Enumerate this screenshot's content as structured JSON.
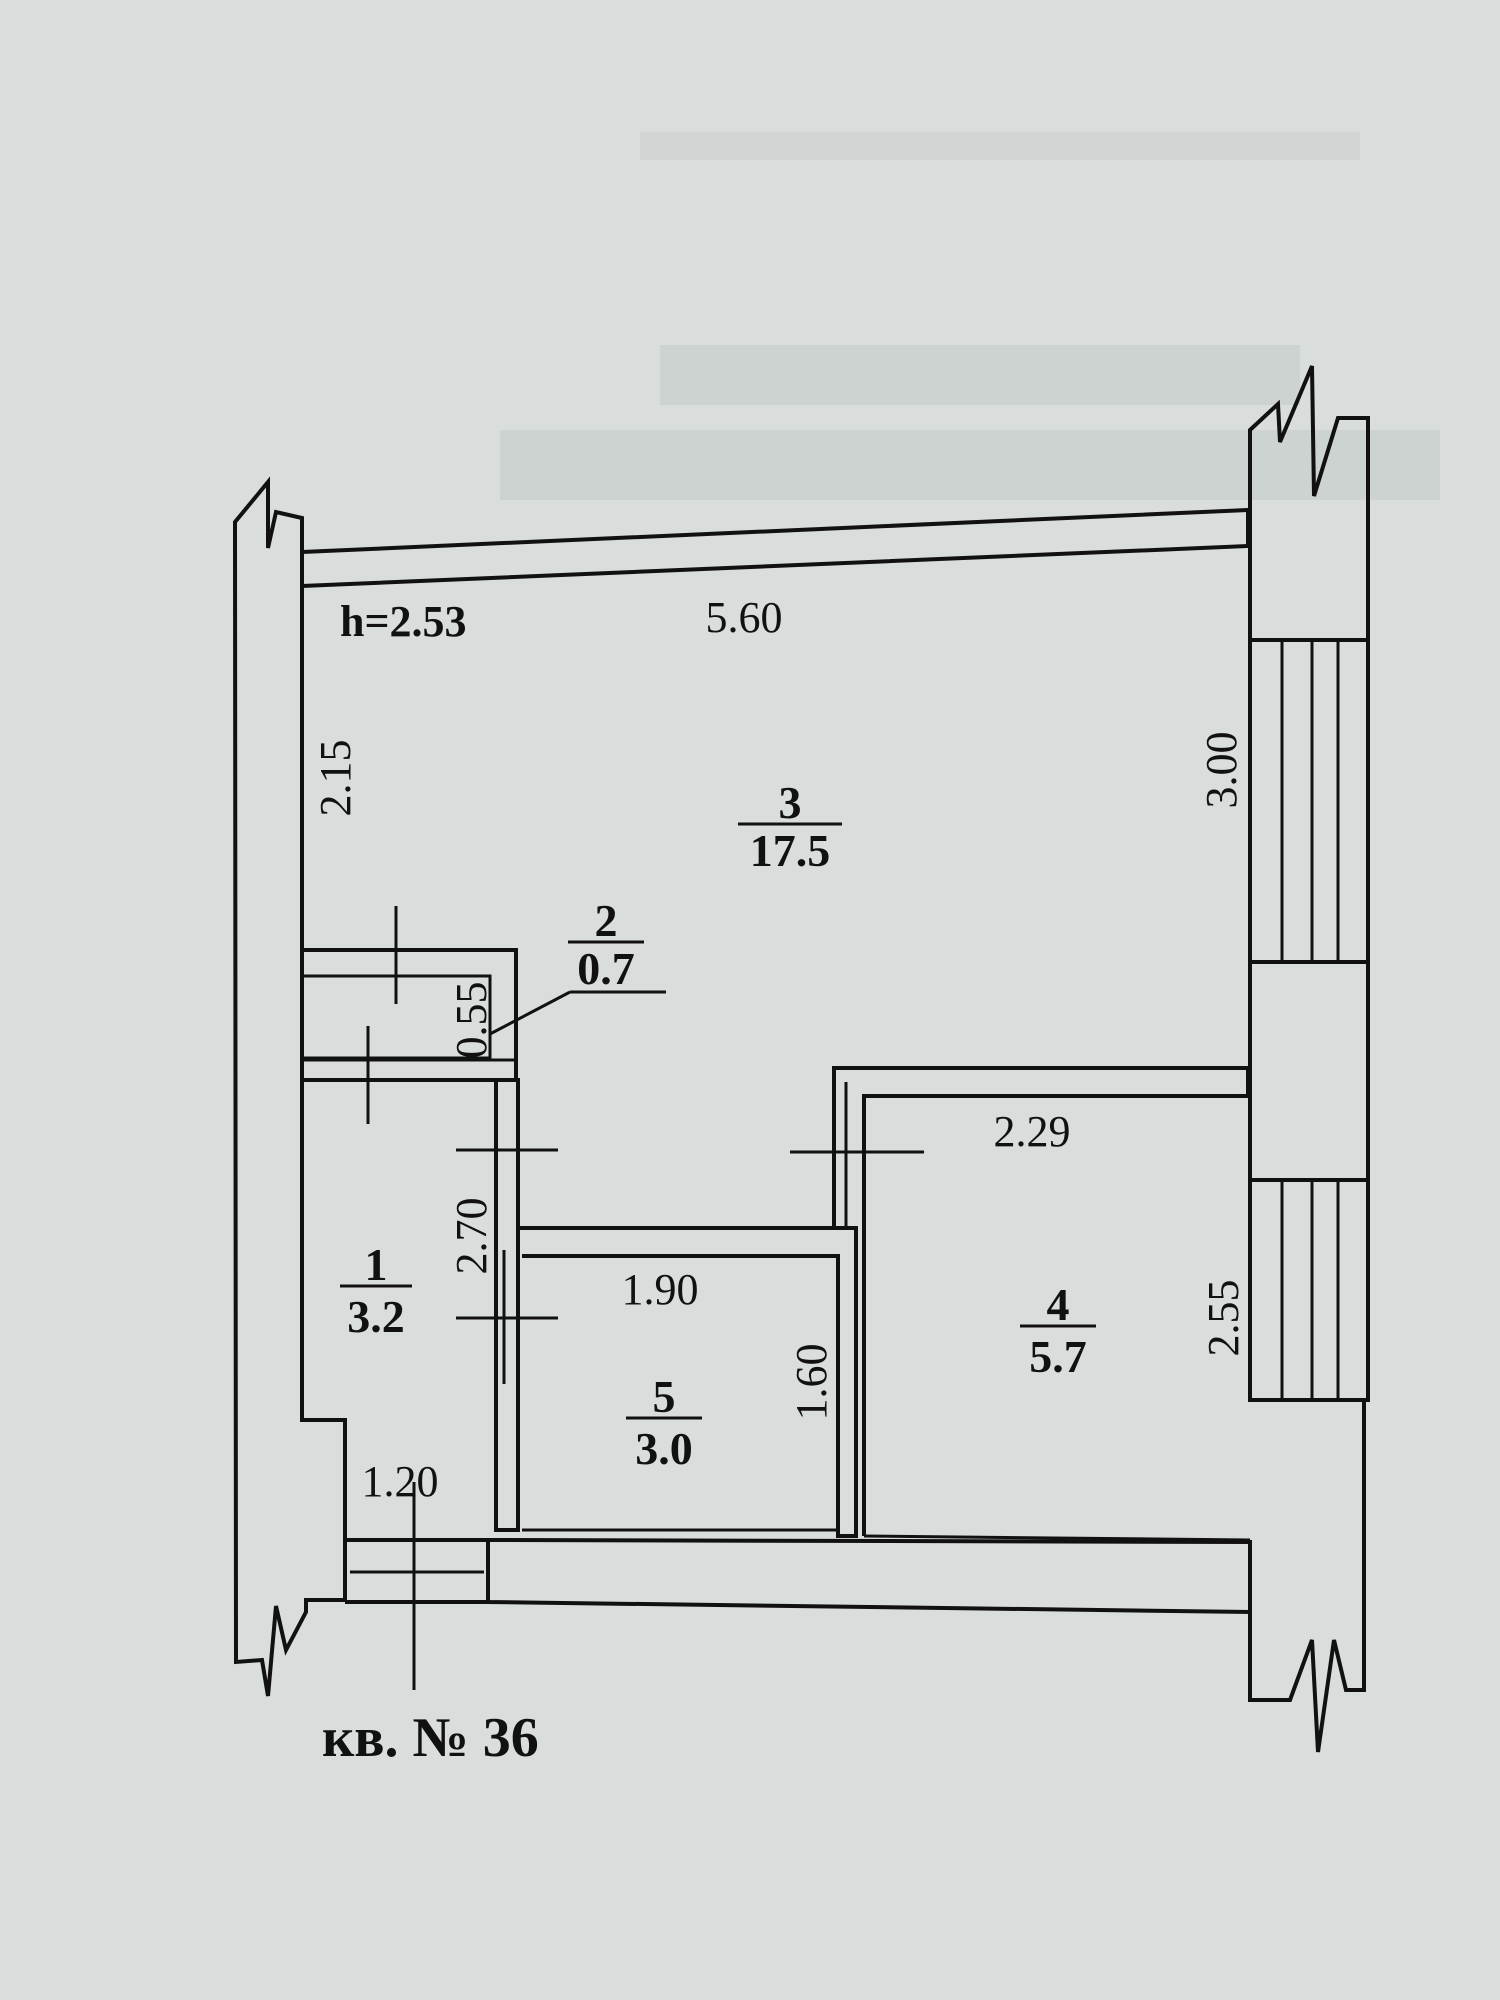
{
  "plan": {
    "ceiling_height": "h=2.53",
    "apartment_label": "кв. № 36",
    "rooms": [
      {
        "number": "1",
        "area": "3.2"
      },
      {
        "number": "2",
        "area": "0.7"
      },
      {
        "number": "3",
        "area": "17.5"
      },
      {
        "number": "4",
        "area": "5.7"
      },
      {
        "number": "5",
        "area": "3.0"
      }
    ],
    "dimensions": {
      "top_width": "5.60",
      "left_upper": "2.15",
      "right_upper": "3.00",
      "closet_depth": "0.55",
      "corridor_length": "2.70",
      "room4_width": "2.29",
      "room5_width": "1.90",
      "room5_length": "1.60",
      "room4_length": "2.55",
      "entry_width": "1.20"
    }
  }
}
